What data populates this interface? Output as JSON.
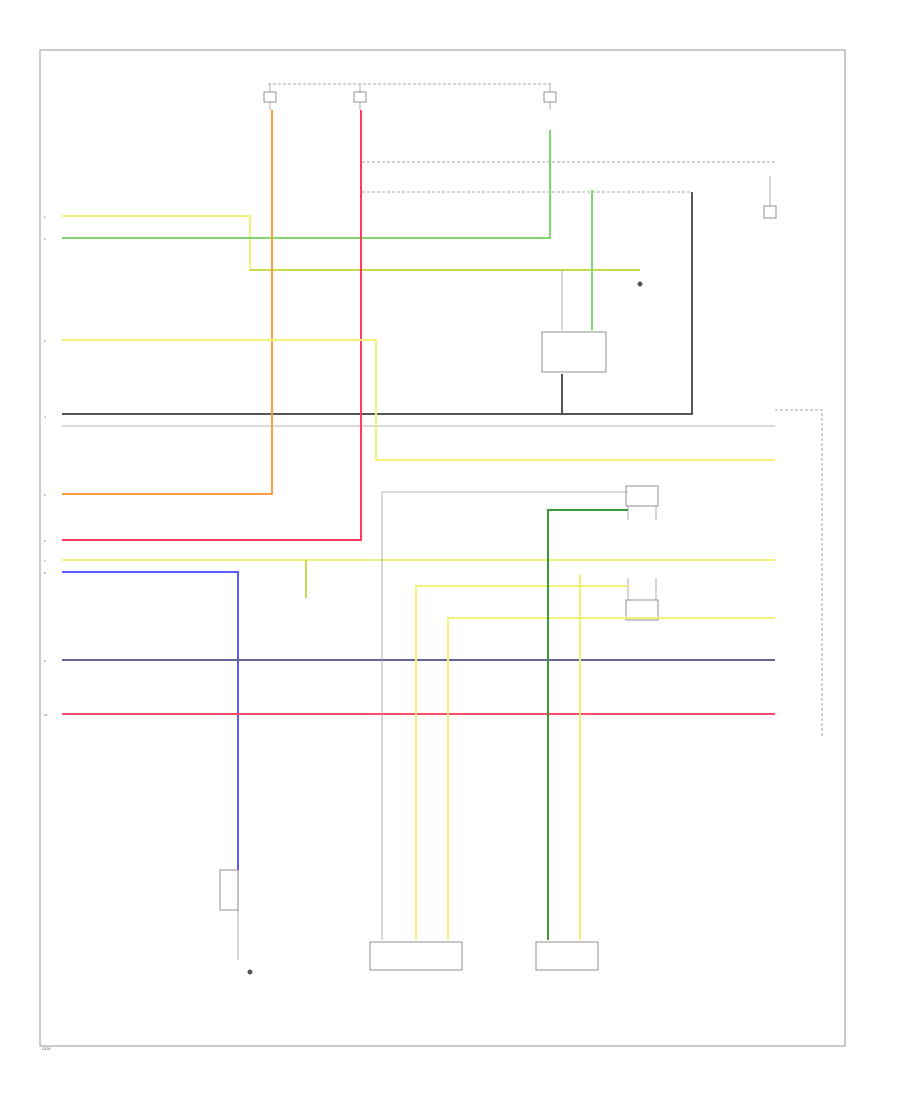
{
  "wire_colors": {
    "orange": "#ff9e40",
    "pink": "#ff3a5a",
    "green": "#7ed86f",
    "yellow": "#f2f27a",
    "yellow_green": "#c8d94a",
    "blue": "#5a5aff",
    "dark": "#555555",
    "gray": "#aaaaaa",
    "dark_green": "#3a9a3a"
  },
  "labels": {
    "left_pins": [
      "1",
      "2",
      "3",
      "4",
      "5",
      "6",
      "7",
      "8",
      "9",
      "10"
    ],
    "ground_marker": "G101"
  }
}
